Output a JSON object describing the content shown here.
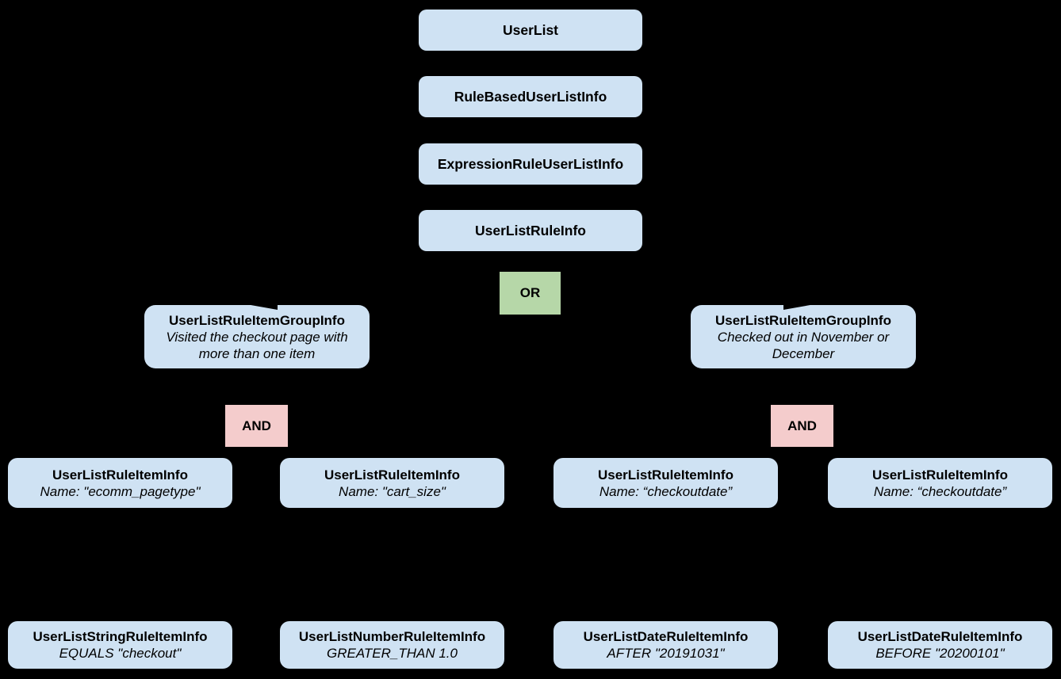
{
  "colors": {
    "canvas_bg": "#000000",
    "node_fill": "#cfe2f3",
    "or_fill": "#b6d7a8",
    "and_fill": "#f4cccc",
    "text_color": "#000000"
  },
  "chain": [
    {
      "label": "UserList"
    },
    {
      "label": "RuleBasedUserListInfo"
    },
    {
      "label": "ExpressionRuleUserListInfo"
    },
    {
      "label": "UserListRuleInfo"
    }
  ],
  "or_operator": {
    "label": "OR"
  },
  "groups": [
    {
      "title": "UserListRuleItemGroupInfo",
      "description": "Visited the checkout page with more than one item"
    },
    {
      "title": "UserListRuleItemGroupInfo",
      "description": "Checked out in November or December"
    }
  ],
  "and_operators": [
    {
      "label": "AND"
    },
    {
      "label": "AND"
    }
  ],
  "rule_items": [
    {
      "title": "UserListRuleItemInfo",
      "subtitle": "Name: \"ecomm_pagetype\""
    },
    {
      "title": "UserListRuleItemInfo",
      "subtitle": "Name: \"cart_size\""
    },
    {
      "title": "UserListRuleItemInfo",
      "subtitle": "Name: “checkoutdate”"
    },
    {
      "title": "UserListRuleItemInfo",
      "subtitle": "Name: “checkoutdate”"
    }
  ],
  "leaf_items": [
    {
      "title": "UserListStringRuleItemInfo",
      "subtitle": "EQUALS \"checkout\""
    },
    {
      "title": "UserListNumberRuleItemInfo",
      "subtitle": "GREATER_THAN 1.0"
    },
    {
      "title": "UserListDateRuleItemInfo",
      "subtitle": "AFTER \"20191031\""
    },
    {
      "title": "UserListDateRuleItemInfo",
      "subtitle": "BEFORE \"20200101\""
    }
  ]
}
